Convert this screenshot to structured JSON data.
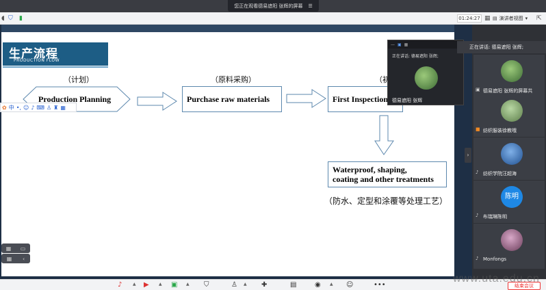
{
  "share_banner": {
    "text": "您正在观看德易遮阳 张辉的屏幕"
  },
  "ctrlbar": {
    "timer": "01:24:27",
    "view_label": "演讲者视图"
  },
  "slide": {
    "title_cn": "生产流程",
    "title_en": "PRODUCTION FLOW",
    "steps": [
      {
        "cn": "（计划）",
        "en": "Production Planning"
      },
      {
        "cn": "（原料采购）",
        "en": "Purchase raw materials"
      },
      {
        "cn": "（初",
        "en": "First Inspection"
      },
      {
        "cn": "（防水、定型和涂覆等处理工艺）",
        "en_line1": "Waterproof, shaping,",
        "en_line2": "coating and other treatments"
      }
    ]
  },
  "popup": {
    "speaking": "正在讲话: 德易遮阳 张辉;",
    "name": "德易遮阳 张辉"
  },
  "right_panel": {
    "speaking": "正在讲话: 德易遮阳 张辉;",
    "tiles": [
      {
        "name": "德易遮阳 张辉的屏幕共",
        "thumb_color": "#4f7a3f"
      },
      {
        "name": "纺织服装徐教哦",
        "thumb_color": "#6b8f5a"
      },
      {
        "name": "纺织学院汪超海",
        "thumb_color": "#2f6db3"
      },
      {
        "name": "布瑞琳陈明",
        "avatar_text": "陈明",
        "thumb_color": "#1e88e5"
      },
      {
        "name": "Monfongs",
        "thumb_color": "#8a5a7a"
      }
    ]
  },
  "bottombar": {
    "end_label": "结束会议"
  },
  "watermark": "www.uta.edu.cn"
}
